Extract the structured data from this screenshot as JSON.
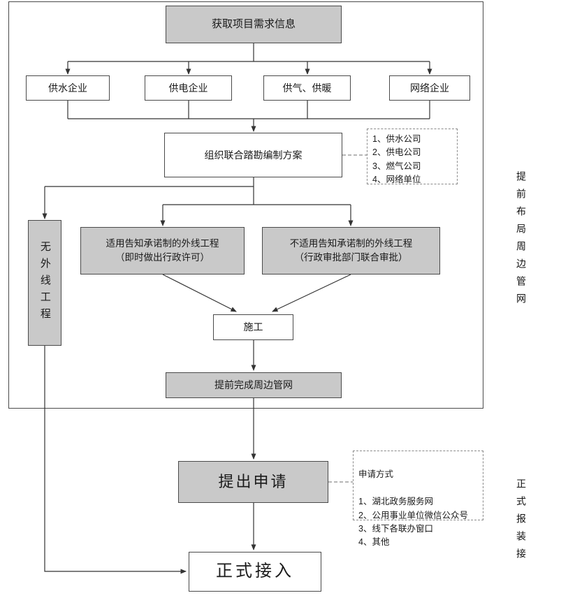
{
  "nodes": {
    "get_info": {
      "label": "获取项目需求信息"
    },
    "water": {
      "label": "供水企业"
    },
    "power": {
      "label": "供电企业"
    },
    "gas_heat": {
      "label": "供气、供暖"
    },
    "network": {
      "label": "网络企业"
    },
    "survey": {
      "label": "组织联合踏勘编制方案"
    },
    "companies_note": {
      "text": "1、供水公司\n2、供电公司\n3、燃气公司\n4、网络单位"
    },
    "no_external": {
      "label": "无外线工程"
    },
    "applicable": {
      "text": "适用告知承诺制的外线工程\n（即时做出行政许可）"
    },
    "not_applicable": {
      "text": "不适用告知承诺制的外线工程\n（行政审批部门联合审批）"
    },
    "construction": {
      "label": "施工"
    },
    "complete_network": {
      "label": "提前完成周边管网"
    },
    "apply": {
      "label": "提出申请"
    },
    "apply_note": {
      "title": "申请方式",
      "text": "1、湖北政务服务网\n2、公用事业单位微信公众号\n3、线下各联办窗口\n4、其他"
    },
    "formal_access": {
      "label": "正式接入"
    }
  },
  "side_labels": {
    "advance_layout": "提前布局周边管网",
    "formal_install": "正式报装接"
  },
  "colors": {
    "box_fill_gray": "#c9c9c9",
    "box_border": "#4a4a4a",
    "connector": "#333333",
    "dashed_border": "#8a8a8a"
  }
}
